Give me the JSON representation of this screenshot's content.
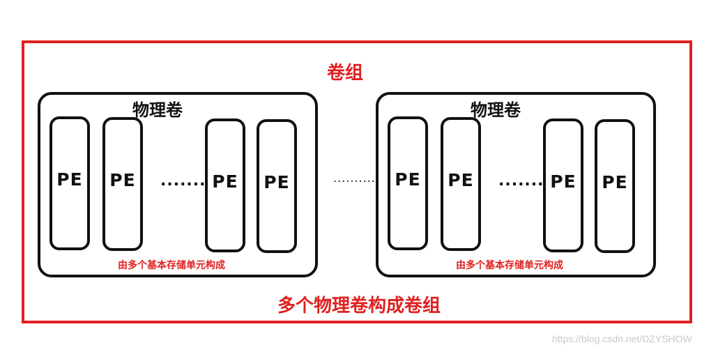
{
  "volume_group": {
    "title": "卷组",
    "caption": "多个物理卷构成卷组",
    "frame_color": "#e02020"
  },
  "physical_volumes": [
    {
      "title": "物理卷",
      "note": "由多个基本存储单元构成",
      "extents": [
        "PE",
        "PE",
        "PE",
        "PE"
      ],
      "ellipsis": "......."
    },
    {
      "title": "物理卷",
      "note": "由多个基本存储单元构成",
      "extents": [
        "PE",
        "PE",
        "PE",
        "PE"
      ],
      "ellipsis": "......."
    }
  ],
  "between_volumes": "..........",
  "watermark": "https://blog.csdn.net/DZYSHOW",
  "colors": {
    "accent": "#e02020",
    "stroke": "#111111",
    "watermark": "#c8c8c8"
  }
}
